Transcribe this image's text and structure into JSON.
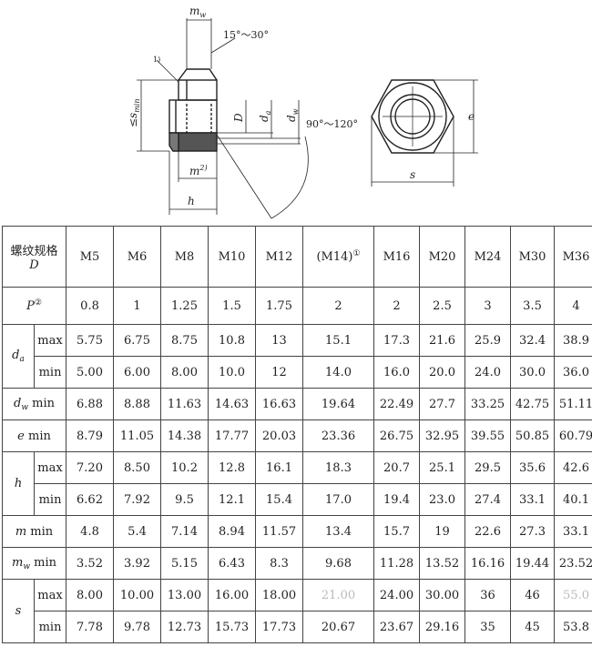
{
  "drawing": {
    "labels": {
      "mw": "m",
      "mw_sub": "w",
      "angle_top": "15°～30°",
      "note1": "1)",
      "smin": "≤s",
      "smin_sub": "min",
      "D": "D",
      "da": "d",
      "da_sub": "a",
      "dw": "d",
      "dw_sub": "w",
      "angle_bottom": "90°～120°",
      "m": "m",
      "m_sup": "2)",
      "h": "h",
      "e": "e",
      "s": "s"
    }
  },
  "table": {
    "spec_label_line1": "螺纹规格",
    "spec_label_line2": "D",
    "sizes": [
      "M5",
      "M6",
      "M8",
      "M10",
      "M12",
      "(M14)",
      "M16",
      "M20",
      "M24",
      "M30",
      "M36"
    ],
    "m14_mark": "①",
    "P": {
      "label": "P",
      "mark": "②",
      "values": [
        "0.8",
        "1",
        "1.25",
        "1.5",
        "1.75",
        "2",
        "2",
        "2.5",
        "3",
        "3.5",
        "4"
      ]
    },
    "da": {
      "label": "d",
      "sub": "a",
      "max": {
        "label": "max",
        "values": [
          "5.75",
          "6.75",
          "8.75",
          "10.8",
          "13",
          "15.1",
          "17.3",
          "21.6",
          "25.9",
          "32.4",
          "38.9"
        ]
      },
      "min": {
        "label": "min",
        "values": [
          "5.00",
          "6.00",
          "8.00",
          "10.0",
          "12",
          "14.0",
          "16.0",
          "20.0",
          "24.0",
          "30.0",
          "36.0"
        ]
      }
    },
    "dw": {
      "label": "d",
      "sub": "w",
      "suffix": " min",
      "values": [
        "6.88",
        "8.88",
        "11.63",
        "14.63",
        "16.63",
        "19.64",
        "22.49",
        "27.7",
        "33.25",
        "42.75",
        "51.11"
      ]
    },
    "e": {
      "label": "e",
      "suffix": " min",
      "values": [
        "8.79",
        "11.05",
        "14.38",
        "17.77",
        "20.03",
        "23.36",
        "26.75",
        "32.95",
        "39.55",
        "50.85",
        "60.79"
      ]
    },
    "h": {
      "label": "h",
      "max": {
        "label": "max",
        "values": [
          "7.20",
          "8.50",
          "10.2",
          "12.8",
          "16.1",
          "18.3",
          "20.7",
          "25.1",
          "29.5",
          "35.6",
          "42.6"
        ]
      },
      "min": {
        "label": "min",
        "values": [
          "6.62",
          "7.92",
          "9.5",
          "12.1",
          "15.4",
          "17.0",
          "19.4",
          "23.0",
          "27.4",
          "33.1",
          "40.1"
        ]
      }
    },
    "m": {
      "label": "m",
      "suffix": " min",
      "values": [
        "4.8",
        "5.4",
        "7.14",
        "8.94",
        "11.57",
        "13.4",
        "15.7",
        "19",
        "22.6",
        "27.3",
        "33.1"
      ]
    },
    "mw": {
      "label": "m",
      "sub": "w",
      "suffix": " min",
      "values": [
        "3.52",
        "3.92",
        "5.15",
        "6.43",
        "8.3",
        "9.68",
        "11.28",
        "13.52",
        "16.16",
        "19.44",
        "23.52"
      ]
    },
    "s": {
      "label": "s",
      "max": {
        "label": "max",
        "values": [
          "8.00",
          "10.00",
          "13.00",
          "16.00",
          "18.00",
          "21.00",
          "24.00",
          "30.00",
          "36",
          "46",
          "55.0"
        ]
      },
      "min": {
        "label": "min",
        "values": [
          "7.78",
          "9.78",
          "12.73",
          "15.73",
          "17.73",
          "20.67",
          "23.67",
          "29.16",
          "35",
          "45",
          "53.8"
        ]
      }
    }
  }
}
